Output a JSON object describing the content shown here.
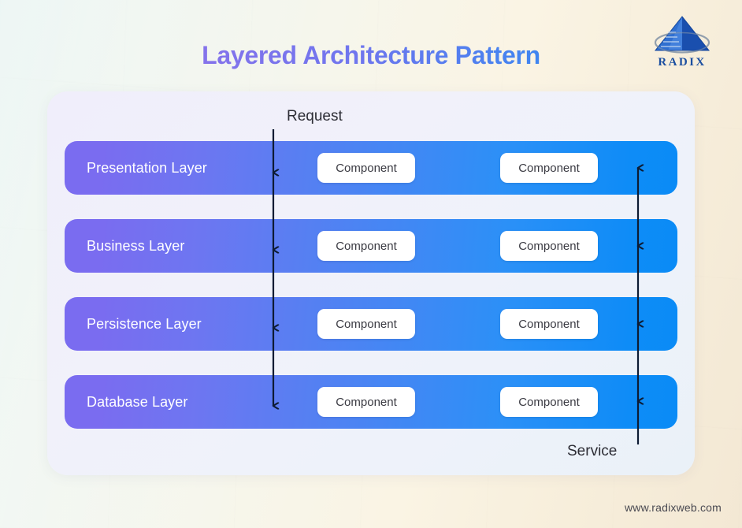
{
  "page": {
    "title": "Layered Architecture Pattern",
    "footer_url": "www.radixweb.com",
    "background_gradient_from": "#e4f2ef",
    "background_gradient_to": "#f3e8d4",
    "title_gradient_from": "#9b7bea",
    "title_gradient_to": "#1f85ee"
  },
  "logo": {
    "name": "radix-logo",
    "brand_text": "RADIX",
    "mark_color": "#1c6fd0",
    "text_color": "#1c4fa0"
  },
  "diagram": {
    "card_background": "#f0eefb",
    "layer_gradient_from": "#7a6cf0",
    "layer_gradient_to": "#0a8bf6",
    "component_box_fill": "#ffffff",
    "component_box_text_color": "#3a3a42",
    "arrow_color": "#0d1b33",
    "flow_labels": {
      "request": "Request",
      "service": "Service"
    },
    "layers": [
      {
        "name": "presentation-layer",
        "label": "Presentation Layer",
        "components": [
          "Component",
          "Component"
        ]
      },
      {
        "name": "business-layer",
        "label": "Business Layer",
        "components": [
          "Component",
          "Component"
        ]
      },
      {
        "name": "persistence-layer",
        "label": "Persistence Layer",
        "components": [
          "Component",
          "Component"
        ]
      },
      {
        "name": "database-layer",
        "label": "Database Layer",
        "components": [
          "Component",
          "Component"
        ]
      }
    ]
  }
}
